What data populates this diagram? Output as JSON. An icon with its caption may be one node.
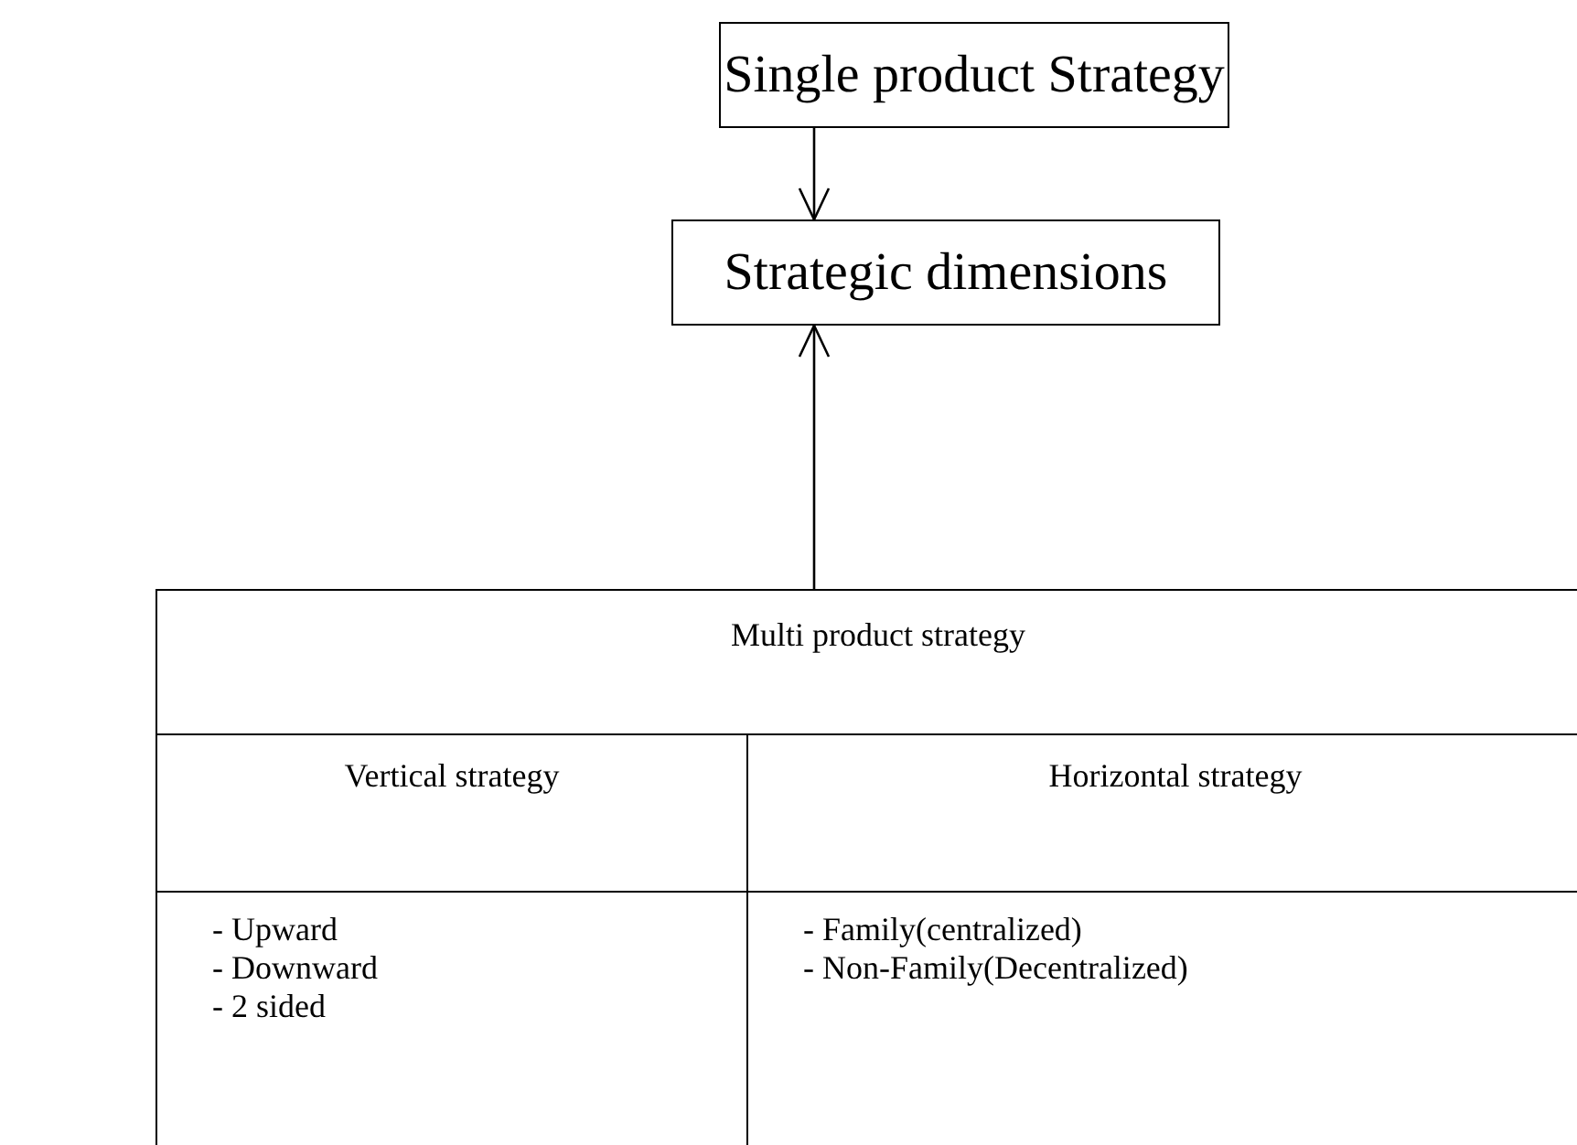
{
  "diagram": {
    "nodes": [
      {
        "text": [
          "Single product Strategy"
        ]
      },
      {
        "text": [
          "Strategic dimensions"
        ]
      },
      {
        "text": [
          "Multi product strategy"
        ]
      },
      {
        "text": [
          "Vertical strategy"
        ],
        "in": 2
      },
      {
        "text": [
          "Horizontal strategy"
        ],
        "in": 2
      },
      {
        "text": [
          "- Upward",
          "- Downward",
          "- 2 sided"
        ],
        "in": 2
      },
      {
        "text": [
          "- Family(centralized)",
          "- Non-Family(Decentralized)"
        ],
        "in": 2
      }
    ],
    "edges": [
      {
        "from": 0,
        "to": 1,
        "arrow": "to"
      },
      {
        "from": 2,
        "to": 1,
        "arrow": "to"
      }
    ]
  }
}
